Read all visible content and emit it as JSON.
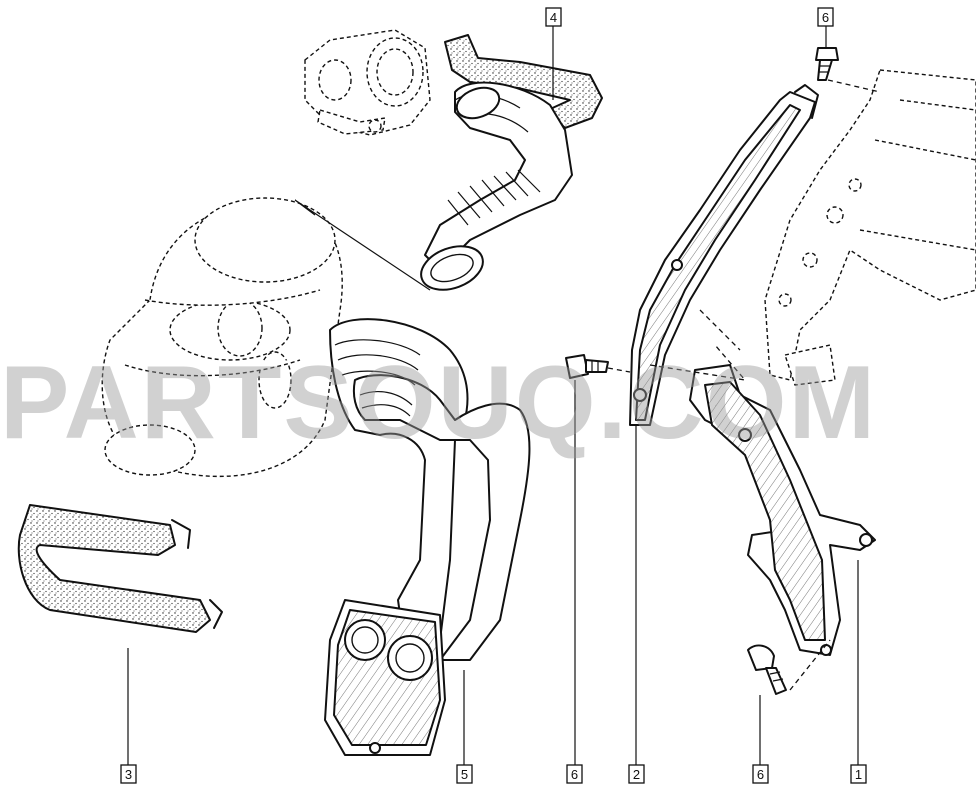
{
  "watermark": "PARTSOUQ.COM",
  "callouts": {
    "c4": "4",
    "c6_top": "6",
    "c3": "3",
    "c5": "5",
    "c6_mid": "6",
    "c2": "2",
    "c6_low": "6",
    "c1": "1"
  }
}
